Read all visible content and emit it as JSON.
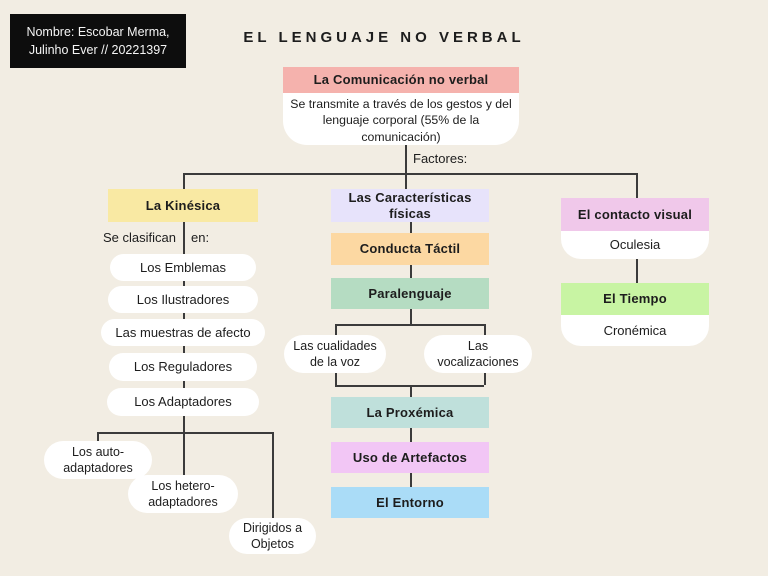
{
  "name_box": {
    "line1": "Nombre: Escobar Merma,",
    "line2": "Julinho Ever // 20221397"
  },
  "title": "EL LENGUAJE NO VERBAL",
  "root": {
    "header": "La Comunicación no verbal",
    "body": "Se transmite a través de los gestos y del lenguaje corporal (55% de la comunicación)",
    "connector_label": "Factores:"
  },
  "kinesica": {
    "header": "La Kinésica",
    "classifier_left": "Se clasifican",
    "classifier_right": "en:",
    "items": [
      "Los Emblemas",
      "Los Ilustradores",
      "Las muestras de afecto",
      "Los Reguladores",
      "Los Adaptadores"
    ],
    "adaptadores_children": [
      {
        "line1": "Los auto-",
        "line2": "adaptadores"
      },
      {
        "line1": "Los hetero-",
        "line2": "adaptadores"
      },
      {
        "line1": "Dirigidos a",
        "line2": "Objetos"
      }
    ]
  },
  "fisicas": {
    "header": "Las Características físicas",
    "conducta": "Conducta Táctil",
    "paralenguaje": "Paralenguaje",
    "paralenguaje_children": [
      {
        "line1": "Las cualidades",
        "line2": "de la voz"
      },
      {
        "line1": "Las",
        "line2": "vocalizaciones"
      }
    ],
    "proxemica": "La Proxémica",
    "artefactos": "Uso de Artefactos",
    "entorno": "El Entorno"
  },
  "contacto": {
    "header": "El contacto visual",
    "sub": "Oculesia"
  },
  "tiempo": {
    "header": "El Tiempo",
    "sub": "Cronémica"
  },
  "colors": {
    "background": "#f2ede3",
    "line": "#3b3b3b",
    "name_box_bg": "#0d0d0d",
    "name_box_text": "#f5f5f5",
    "text": "#1d1d1d",
    "root_header": "#f5b2ad",
    "kinesica": "#f9e9a3",
    "fisicas": "#e7e3fb",
    "conducta": "#fcd8a2",
    "paralenguaje": "#b5dcc2",
    "proxemica": "#bfe0db",
    "artefactos": "#f2c6f5",
    "entorno": "#aadcf7",
    "contacto": "#f0c8ea",
    "tiempo": "#c8f4a3",
    "node_white": "#ffffff"
  }
}
